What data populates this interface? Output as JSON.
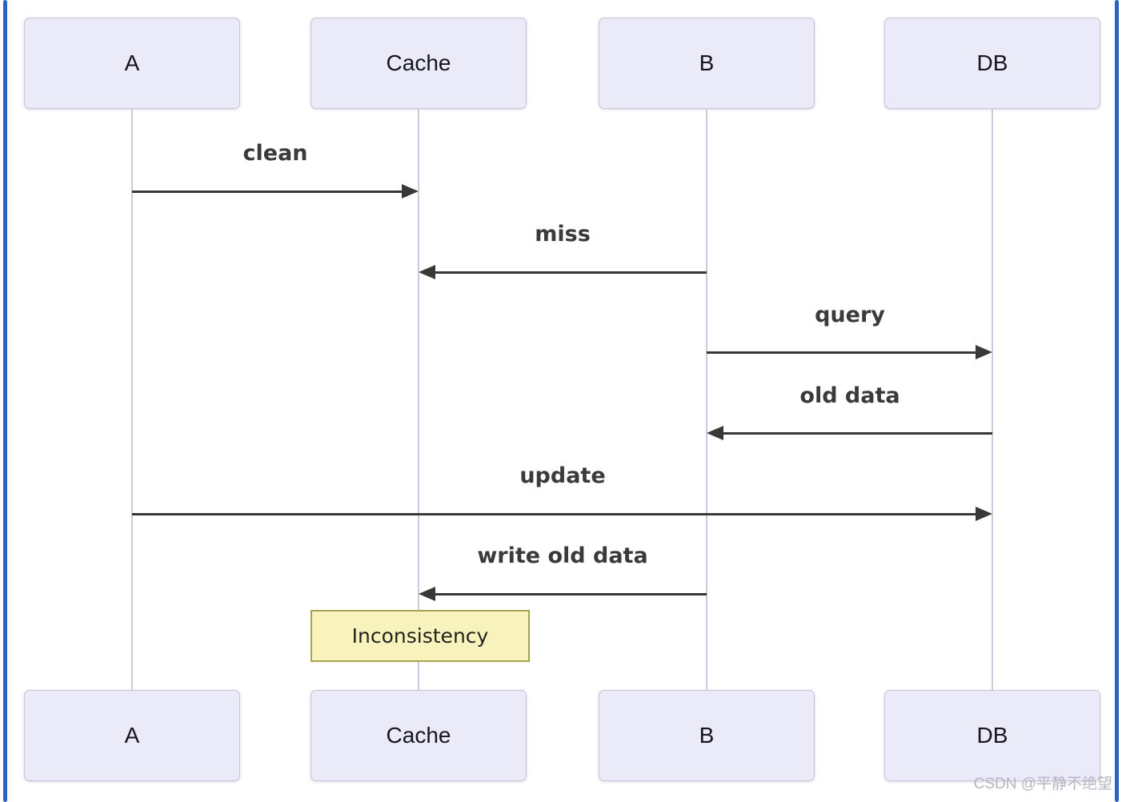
{
  "diagram": {
    "type": "sequence",
    "actors": [
      {
        "id": "A",
        "label": "A"
      },
      {
        "id": "Cache",
        "label": "Cache"
      },
      {
        "id": "B",
        "label": "B"
      },
      {
        "id": "DB",
        "label": "DB"
      }
    ],
    "messages": [
      {
        "label": "clean",
        "from": "A",
        "to": "Cache",
        "direction": "right"
      },
      {
        "label": "miss",
        "from": "B",
        "to": "Cache",
        "direction": "left"
      },
      {
        "label": "query",
        "from": "B",
        "to": "DB",
        "direction": "right"
      },
      {
        "label": "old data",
        "from": "DB",
        "to": "B",
        "direction": "left"
      },
      {
        "label": "update",
        "from": "A",
        "to": "DB",
        "direction": "right"
      },
      {
        "label": "write old data",
        "from": "B",
        "to": "Cache",
        "direction": "left"
      }
    ],
    "note": {
      "label": "Inconsistency",
      "over": "Cache"
    }
  },
  "watermark": "CSDN @平静不绝望",
  "colors": {
    "actor_fill": "#eaeaf8",
    "actor_border": "#c5c5da",
    "lifeline": "#ccccdf",
    "arrow": "#383838",
    "note_fill": "#f8f2bc",
    "note_border": "#a6a355",
    "frame_blue": "#2a63c6",
    "watermark_gray": "#b5b5c2"
  }
}
